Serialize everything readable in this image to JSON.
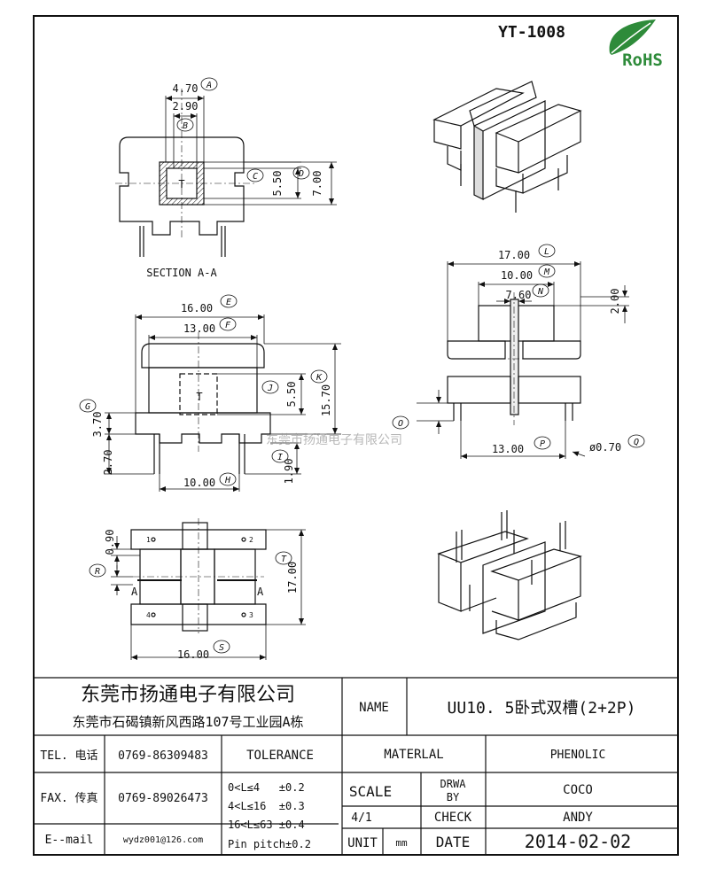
{
  "part_number": "YT-1008",
  "rohs_label": "RoHS",
  "watermark": "东莞市扬通电子有限公司",
  "views": {
    "section_aa": {
      "caption": "SECTION A-A",
      "dims": {
        "A": "4.70",
        "B": "2.90",
        "C": "5.50",
        "D": "7.00"
      },
      "center_mark": "T"
    },
    "front": {
      "dims": {
        "E": "16.00",
        "F": "13.00",
        "J": "5.50",
        "K": "15.70",
        "G": "3.70",
        "H": "10.00",
        "I": "1.90",
        "side": "2.70"
      },
      "center_mark": "T"
    },
    "side": {
      "dims": {
        "L": "17.00",
        "M": "10.00",
        "N": "7.60",
        "top": "2.00",
        "O": "",
        "P": "13.00",
        "Q": "ø0.70"
      }
    },
    "bottom": {
      "dims": {
        "R": "",
        "T": "17.00",
        "S": "16.00",
        "side": "0.90"
      },
      "section_marks": [
        "A",
        "A"
      ],
      "pin_numbers": [
        "1",
        "2",
        "3",
        "4"
      ]
    }
  },
  "title_block": {
    "company": "东莞市扬通电子有限公司",
    "address": "东莞市石碣镇新风西路107号工业园A栋",
    "name_label": "NAME",
    "name_value": "UU10. 5卧式双槽(2+2P)",
    "tel_label": "TEL. 电话",
    "tel_value": "0769-86309483",
    "fax_label": "FAX. 传真",
    "fax_value": "0769-89026473",
    "email_label": "E--mail",
    "email_value": "wydz001@126.com",
    "tolerance_label": "TOLERANCE",
    "tolerance_lines": [
      "0<L≤4   ±0.2",
      "4<L≤16  ±0.3",
      "16<L≤63 ±0.4",
      "Pin pitch±0.2"
    ],
    "material_label": "MATERLAL",
    "material_value": "PHENOLIC",
    "scale_label": "SCALE",
    "scale_value": "4/1",
    "drwa_label": "DRWA",
    "by_label": "BY",
    "drwa_value": "COCO",
    "check_label": "CHECK",
    "check_value": "ANDY",
    "unit_label": "UNIT",
    "unit_value": "mm",
    "date_label": "DATE",
    "date_value": "2014-02-02"
  }
}
